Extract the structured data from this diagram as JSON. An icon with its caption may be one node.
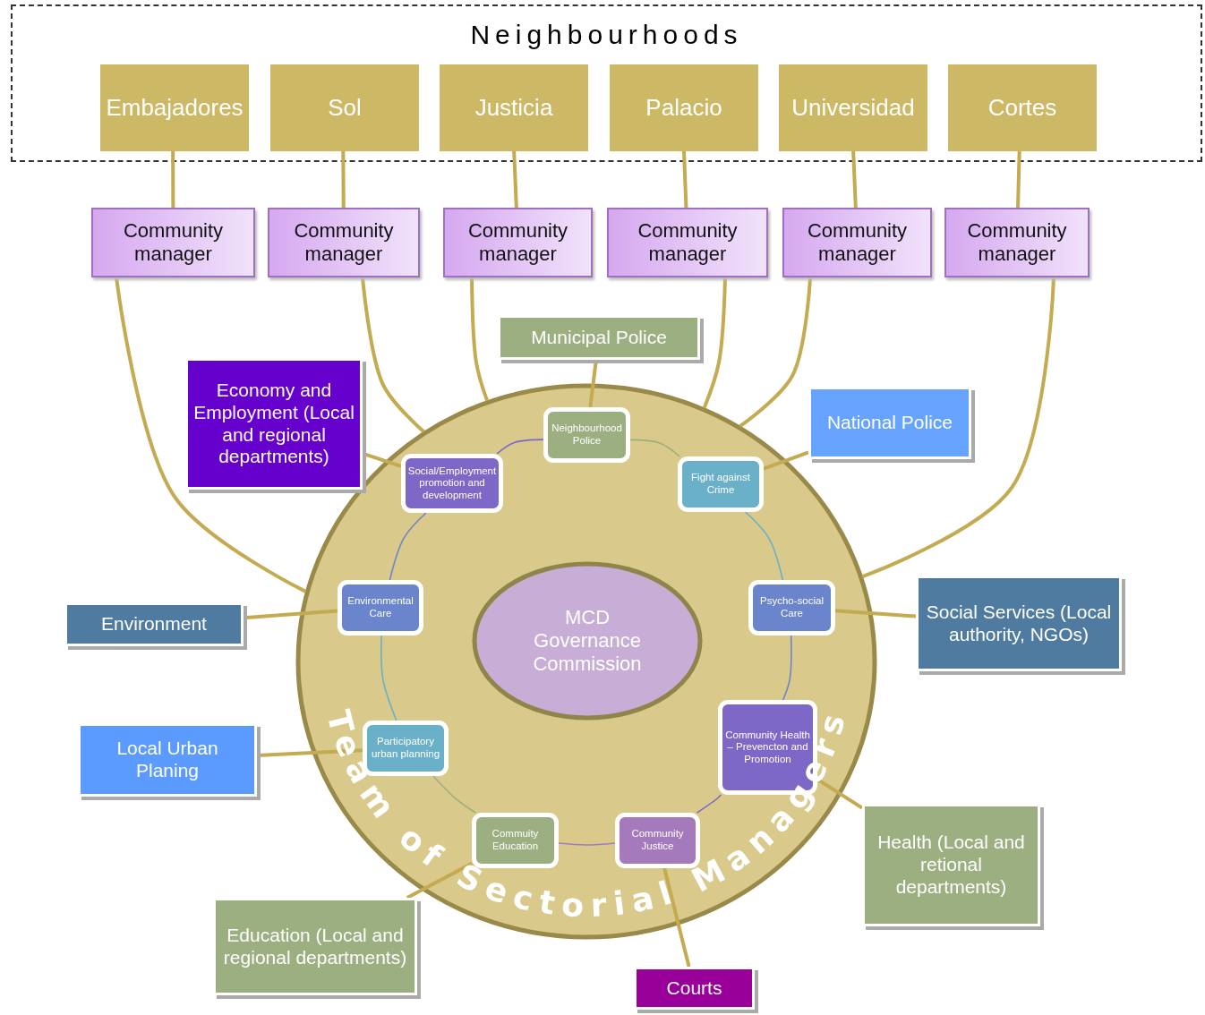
{
  "diagram": {
    "nodes": [
      {
        "text": [
          "Neighbourhoods"
        ]
      },
      {
        "text": [
          "Embajadores"
        ],
        "in": 0
      },
      {
        "text": [
          "Sol"
        ],
        "in": 0
      },
      {
        "text": [
          "Justicia"
        ],
        "in": 0
      },
      {
        "text": [
          "Palacio"
        ],
        "in": 0
      },
      {
        "text": [
          "Universidad"
        ],
        "in": 0
      },
      {
        "text": [
          "Cortes"
        ],
        "in": 0
      },
      {
        "text": [
          "Community manager"
        ]
      },
      {
        "text": [
          "Community manager"
        ]
      },
      {
        "text": [
          "Community manager"
        ]
      },
      {
        "text": [
          "Community manager"
        ]
      },
      {
        "text": [
          "Community manager"
        ]
      },
      {
        "text": [
          "Community manager"
        ]
      },
      {
        "text": [
          "Team of Sectorial Managers"
        ]
      },
      {
        "text": [
          "MCD Governance Commission"
        ],
        "in": 13
      },
      {
        "text": [
          "Social/Employment promotion and development"
        ],
        "in": 13
      },
      {
        "text": [
          "Neighbourhood Police"
        ],
        "in": 13
      },
      {
        "text": [
          "Fight against Crime"
        ],
        "in": 13
      },
      {
        "text": [
          "Environmental Care"
        ],
        "in": 13
      },
      {
        "text": [
          "Psycho-social Care"
        ],
        "in": 13
      },
      {
        "text": [
          "Participatory urban planning"
        ],
        "in": 13
      },
      {
        "text": [
          "Community Health – Prevencton and Promotion"
        ],
        "in": 13
      },
      {
        "text": [
          "Commuity Education"
        ],
        "in": 13
      },
      {
        "text": [
          "Community Justice"
        ],
        "in": 13
      },
      {
        "text": [
          "Municipal Police"
        ]
      },
      {
        "text": [
          "Economy and Employment (Local and regional departments)"
        ]
      },
      {
        "text": [
          "National Police"
        ]
      },
      {
        "text": [
          "Environment"
        ]
      },
      {
        "text": [
          "Social Services (Local authority, NGOs)"
        ]
      },
      {
        "text": [
          "Local Urban Planing"
        ]
      },
      {
        "text": [
          "Health (Local and retional departments)"
        ]
      },
      {
        "text": [
          "Education (Local and regional departments)"
        ]
      },
      {
        "text": [
          "Courts"
        ]
      }
    ],
    "edges": [
      {
        "from": 1,
        "to": 7,
        "arrow": "none"
      },
      {
        "from": 2,
        "to": 8,
        "arrow": "none"
      },
      {
        "from": 3,
        "to": 9,
        "arrow": "none"
      },
      {
        "from": 4,
        "to": 10,
        "arrow": "none"
      },
      {
        "from": 5,
        "to": 11,
        "arrow": "none"
      },
      {
        "from": 6,
        "to": 12,
        "arrow": "none"
      },
      {
        "from": 7,
        "to": 13,
        "arrow": "none"
      },
      {
        "from": 8,
        "to": 13,
        "arrow": "none"
      },
      {
        "from": 9,
        "to": 13,
        "arrow": "none"
      },
      {
        "from": 10,
        "to": 13,
        "arrow": "none"
      },
      {
        "from": 11,
        "to": 13,
        "arrow": "none"
      },
      {
        "from": 12,
        "to": 13,
        "arrow": "none"
      },
      {
        "from": 15,
        "to": 16,
        "arrow": "none",
        "color": "#7d68c8"
      },
      {
        "from": 16,
        "to": 17,
        "arrow": "none",
        "color": "#9caf80"
      },
      {
        "from": 17,
        "to": 19,
        "arrow": "none",
        "color": "#6ab0c8"
      },
      {
        "from": 19,
        "to": 21,
        "arrow": "none",
        "color": "#6a85cc"
      },
      {
        "from": 21,
        "to": 23,
        "arrow": "none",
        "color": "#7d68c8"
      },
      {
        "from": 23,
        "to": 22,
        "arrow": "none",
        "color": "#a47abd"
      },
      {
        "from": 22,
        "to": 20,
        "arrow": "none",
        "color": "#9caf80"
      },
      {
        "from": 20,
        "to": 18,
        "arrow": "none",
        "color": "#6ab0c8"
      },
      {
        "from": 18,
        "to": 15,
        "arrow": "none",
        "color": "#6a85cc"
      },
      {
        "from": 24,
        "to": 16,
        "arrow": "none"
      },
      {
        "from": 25,
        "to": 15,
        "arrow": "none"
      },
      {
        "from": 26,
        "to": 17,
        "arrow": "none"
      },
      {
        "from": 27,
        "to": 18,
        "arrow": "none"
      },
      {
        "from": 28,
        "to": 19,
        "arrow": "none"
      },
      {
        "from": 29,
        "to": 20,
        "arrow": "none"
      },
      {
        "from": 30,
        "to": 21,
        "arrow": "none"
      },
      {
        "from": 31,
        "to": 22,
        "arrow": "none"
      },
      {
        "from": 32,
        "to": 23,
        "arrow": "none"
      }
    ]
  }
}
